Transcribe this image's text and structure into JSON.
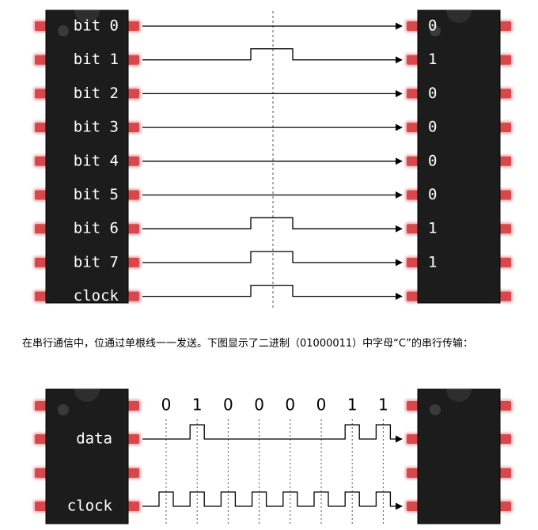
{
  "colors": {
    "chip_body": "#1c1c1c",
    "chip_edge": "#000000",
    "pin": "#d8474b",
    "pin_glow": "#f2a0a2",
    "label": "#ffffff",
    "wire": "#000000",
    "guide": "#555555"
  },
  "parallel": {
    "sender_labels": [
      "bit 0",
      "bit 1",
      "bit 2",
      "bit 3",
      "bit 4",
      "bit 5",
      "bit 6",
      "bit 7",
      "clock"
    ],
    "receiver_values": [
      "0",
      "1",
      "0",
      "0",
      "0",
      "0",
      "1",
      "1",
      ""
    ],
    "pulses": [
      false,
      true,
      false,
      false,
      false,
      false,
      true,
      true,
      true
    ]
  },
  "caption": "在串行通信中，位通过单根线一一发送。下图显示了二进制（01000011）中字母“C”的串行传输：",
  "serial": {
    "data_label": "data",
    "clock_label": "clock",
    "bits": [
      "0",
      "1",
      "0",
      "0",
      "0",
      "0",
      "1",
      "1"
    ]
  }
}
